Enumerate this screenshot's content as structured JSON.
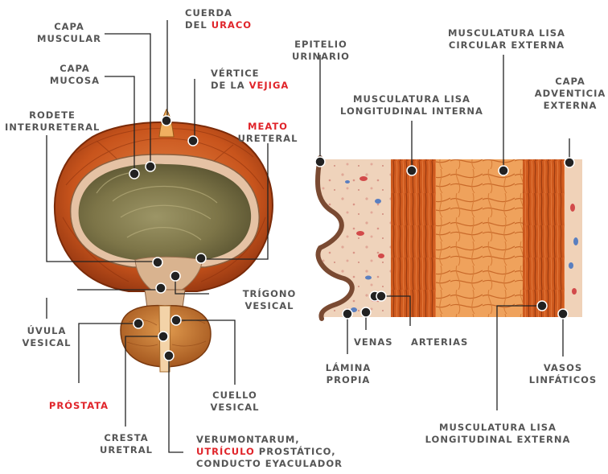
{
  "colors": {
    "label_text": "#555555",
    "highlight": "#e0242a",
    "muscle": "#c8541c",
    "mucosa": "#e9c7a9",
    "epithelium": "#7a4a32",
    "leader_line": "#222222"
  },
  "labels": {
    "cuerda_uraco": {
      "line1": "CUERDA",
      "line2_prefix": "DEL ",
      "line2_highlight": "URACO"
    },
    "capa_muscular": {
      "line1": "CAPA",
      "line2": "MUSCULAR"
    },
    "capa_mucosa": {
      "line1": "CAPA",
      "line2": "MUCOSA"
    },
    "vertice_vejiga": {
      "line1": "VÉRTICE",
      "line2_prefix": "DE LA ",
      "line2_highlight": "VEJIGA"
    },
    "rodete_interureteral": {
      "line1": "RODETE",
      "line2": "INTERURETERAL"
    },
    "meato_ureteral": {
      "line1_highlight": "MEATO",
      "line2": "URETERAL"
    },
    "epitelio_urinario": {
      "line1": "EPITELIO",
      "line2": "URINARIO"
    },
    "musc_long_interna": {
      "line1": "MUSCULATURA LISA",
      "line2": "LONGITUDINAL INTERNA"
    },
    "musc_circ_externa": {
      "line1": "MUSCULATURA LISA",
      "line2": "CIRCULAR EXTERNA"
    },
    "capa_adventicia": {
      "line1": "CAPA",
      "line2": "ADVENTICIA",
      "line3": "EXTERNA"
    },
    "trigono_vesical": {
      "line1": "TRÍGONO",
      "line2": "VESICAL"
    },
    "uvula_vesical": {
      "line1": "ÚVULA",
      "line2": "VESICAL"
    },
    "prostata": {
      "line1_highlight": "PRÓSTATA"
    },
    "cuello_vesical": {
      "line1": "CUELLO",
      "line2": "VESICAL"
    },
    "cresta_uretral": {
      "line1": "CRESTA",
      "line2": "URETRAL"
    },
    "verumontanum": {
      "line1": "VERUMONTARUM,",
      "line2_highlight": "UTRÍCULO",
      "line2_suffix": " PROSTÁTICO,",
      "line3": "CONDUCTO EYACULADOR"
    },
    "lamina_propia": {
      "line1": "LÁMINA",
      "line2": "PROPIA"
    },
    "venas": {
      "line1": "VENAS"
    },
    "arterias": {
      "line1": "ARTERIAS"
    },
    "vasos_linfaticos": {
      "line1": "VASOS",
      "line2": "LINFÁTICOS"
    },
    "musc_long_externa": {
      "line1": "MUSCULATURA LISA",
      "line2": "LONGITUDINAL EXTERNA"
    }
  }
}
